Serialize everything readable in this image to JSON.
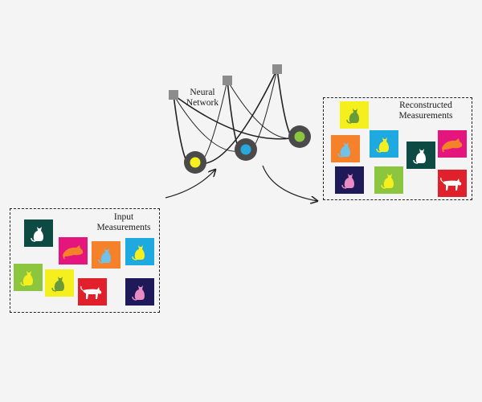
{
  "network": {
    "label_line1": "Neural",
    "label_line2": "Network",
    "input_nodes": [
      "square-node",
      "square-node",
      "square-node"
    ],
    "output_nodes": [
      {
        "color": "#f5ef1d",
        "name": "yellow-node"
      },
      {
        "color": "#29a8e0",
        "name": "blue-node"
      },
      {
        "color": "#8cc63f",
        "name": "green-node"
      }
    ],
    "ring_color": "#4a4a4a",
    "square_color": "#8c8c8c"
  },
  "input_panel": {
    "label_line1": "Input",
    "label_line2": "Measurements",
    "tiles": [
      {
        "bg": "#0e4a44",
        "fg": "#ffffff",
        "icon": "cat-sitting-icon"
      },
      {
        "bg": "#e5157e",
        "fg": "#f5822a",
        "icon": "cat-lying-icon"
      },
      {
        "bg": "#f5822a",
        "fg": "#6fc3ea",
        "icon": "cat-sitting-icon"
      },
      {
        "bg": "#1fa9e1",
        "fg": "#f5ef1d",
        "icon": "cat-sitting-icon"
      },
      {
        "bg": "#8cc63f",
        "fg": "#f5ef1d",
        "icon": "cat-sitting-icon"
      },
      {
        "bg": "#f5ef1d",
        "fg": "#6a9a3a",
        "icon": "cat-sitting-icon"
      },
      {
        "bg": "#e0202a",
        "fg": "#ffffff",
        "icon": "cat-walking-icon"
      },
      {
        "bg": "#1e1a5a",
        "fg": "#e98cc4",
        "icon": "cat-sitting-icon"
      }
    ]
  },
  "output_panel": {
    "label_line1": "Reconstructed",
    "label_line2": "Measurements",
    "tiles": [
      {
        "bg": "#f5ef1d",
        "fg": "#6a9a3a",
        "icon": "cat-sitting-icon"
      },
      {
        "bg": "#f5822a",
        "fg": "#6fc3ea",
        "icon": "cat-sitting-icon"
      },
      {
        "bg": "#1fa9e1",
        "fg": "#f5ef1d",
        "icon": "cat-sitting-icon"
      },
      {
        "bg": "#0e4a44",
        "fg": "#ffffff",
        "icon": "cat-sitting-icon"
      },
      {
        "bg": "#e5157e",
        "fg": "#f5822a",
        "icon": "cat-lying-icon"
      },
      {
        "bg": "#1e1a5a",
        "fg": "#e98cc4",
        "icon": "cat-sitting-icon"
      },
      {
        "bg": "#8cc63f",
        "fg": "#f5ef1d",
        "icon": "cat-sitting-icon"
      },
      {
        "bg": "#e0202a",
        "fg": "#ffffff",
        "icon": "cat-walking-icon"
      }
    ]
  },
  "arrows": [
    "input-to-network-arrow",
    "network-to-output-arrow"
  ]
}
